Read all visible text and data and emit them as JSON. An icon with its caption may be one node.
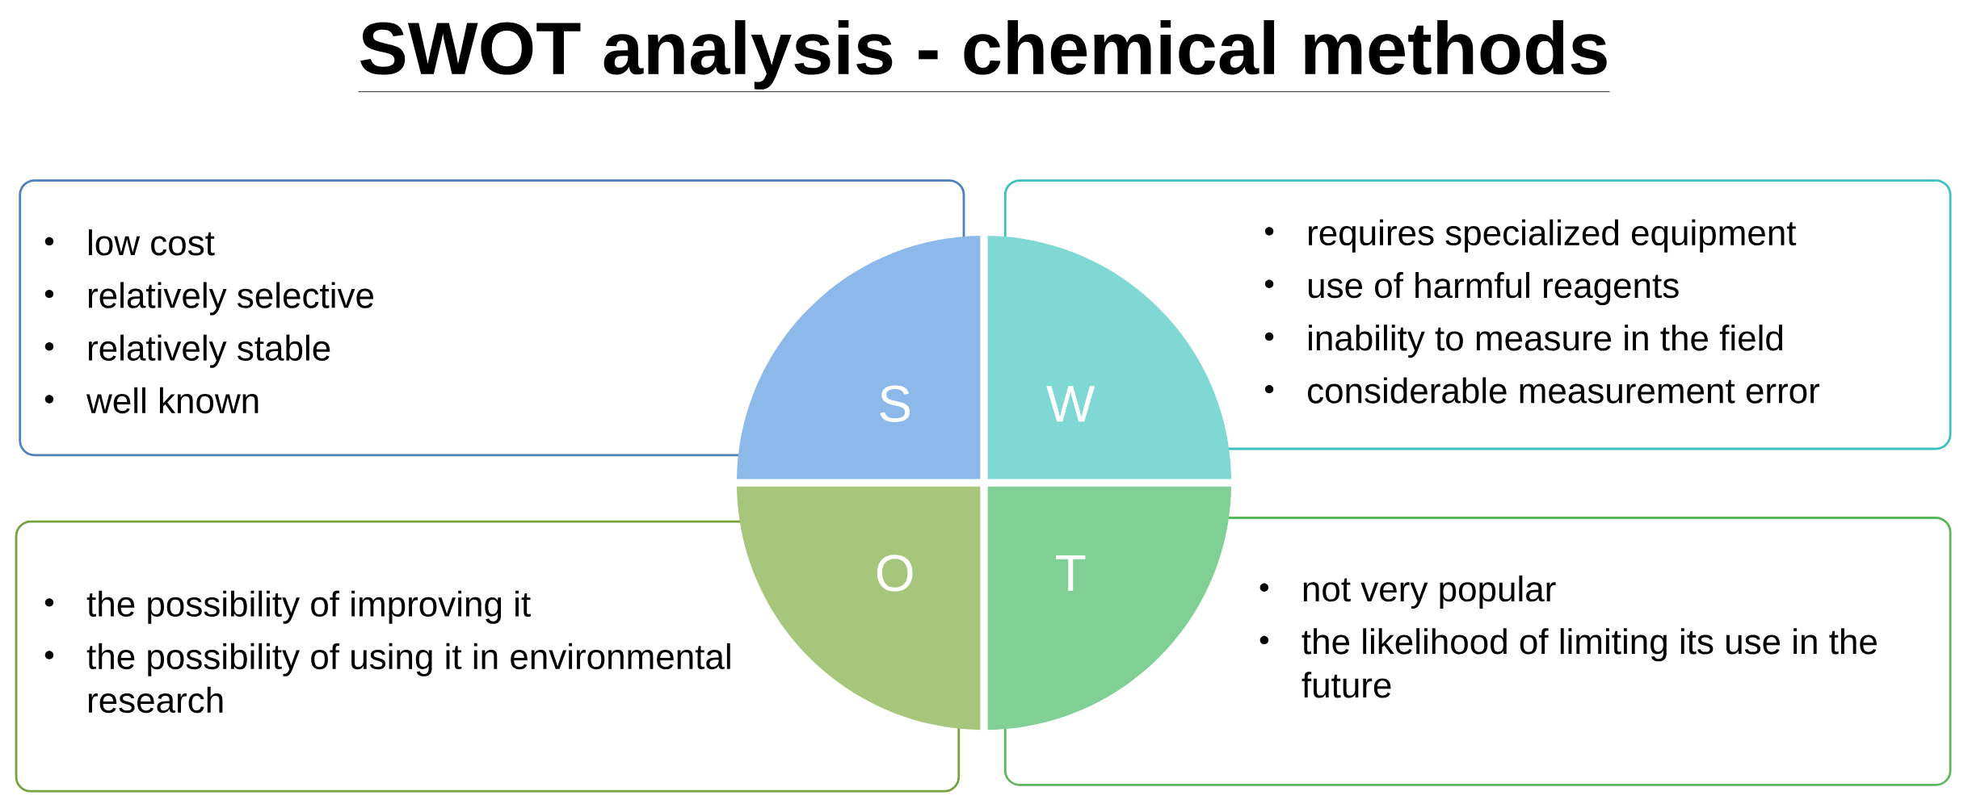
{
  "diagram": {
    "title": "SWOT analysis - chemical methods",
    "nodes": [
      {
        "text": [
          "low cost",
          "relatively selective",
          "relatively stable",
          "well known"
        ]
      },
      {
        "text": [
          "requires specialized equipment",
          "use of harmful reagents",
          "inability to measure in the field",
          "considerable measurement error"
        ]
      },
      {
        "text": [
          "the possibility of improving it",
          "the possibility of using it in environmental research"
        ]
      },
      {
        "text": [
          "not very popular",
          "the likelihood of limiting its use in the future"
        ]
      },
      {
        "text": [
          "S"
        ]
      },
      {
        "text": [
          "W"
        ]
      },
      {
        "text": [
          "O"
        ]
      },
      {
        "text": [
          "T"
        ]
      }
    ]
  }
}
